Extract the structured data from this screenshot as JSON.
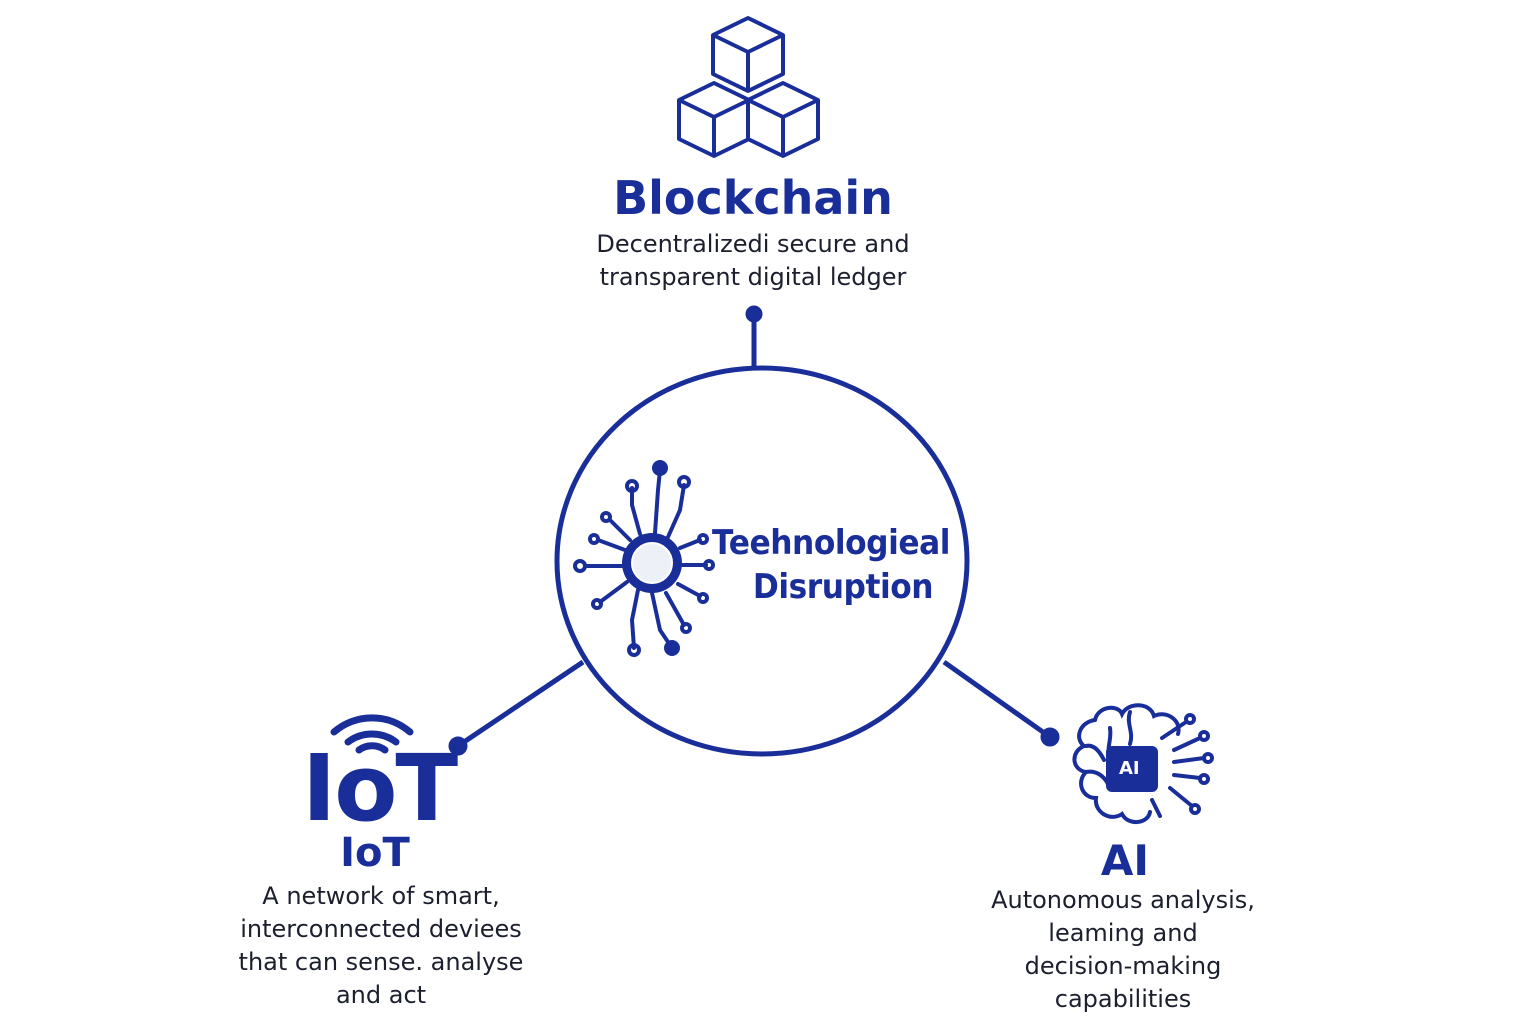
{
  "center": {
    "lines": [
      "Teehnologieal",
      "Disruption"
    ]
  },
  "nodes": {
    "blockchain": {
      "title": "Blockchain",
      "lines": [
        "Decentralizedi secure and",
        "transparent digital ledger"
      ],
      "icon": "cubes-icon"
    },
    "iot": {
      "logo": "IoT",
      "title": "IoT",
      "lines": [
        "A network of smart,",
        "interconnected deviees",
        "that can sense. analyse",
        "and act"
      ],
      "icon": "wifi-icon"
    },
    "ai": {
      "chip": "AI",
      "title": "AI",
      "lines": [
        "Autonomous analysis,",
        "leaming and",
        "decision-making",
        "capabilities"
      ],
      "icon": "brain-chip-icon"
    }
  },
  "colors": {
    "primary": "#1a2e9a",
    "text": "#1b1f2e",
    "background": "#ffffff"
  }
}
